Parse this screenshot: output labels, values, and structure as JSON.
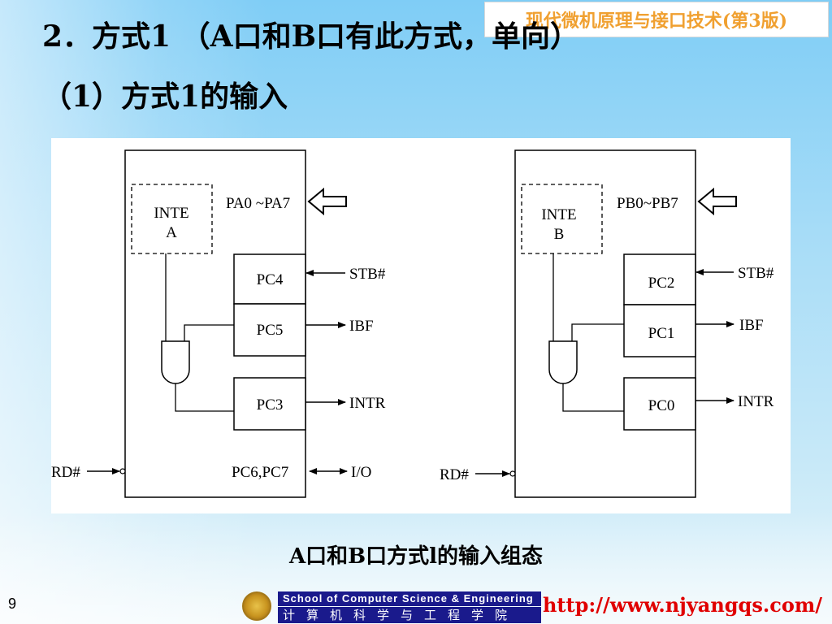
{
  "header": {
    "badge": "现代微机原理与接口技术(第3版)",
    "title": "2．方式1 （A口和B口有此方式，单向）",
    "subtitle": "（1）方式1的输入"
  },
  "diagram_a": {
    "inte": [
      "INTE",
      "A"
    ],
    "port": "PA0 ~PA7",
    "pcs": [
      "PC4",
      "PC5",
      "PC3"
    ],
    "signals": [
      "STB#",
      "IBF",
      "INTR"
    ],
    "rd": "RD#",
    "io_port": "PC6,PC7",
    "io_label": "I/O"
  },
  "diagram_b": {
    "inte": [
      "INTE",
      "B"
    ],
    "port": "PB0~PB7",
    "pcs": [
      "PC2",
      "PC1",
      "PC0"
    ],
    "signals": [
      "STB#",
      "IBF",
      "INTR"
    ],
    "rd": "RD#"
  },
  "caption": "A口和B口方式l的输入组态",
  "footer": {
    "page_number": "9",
    "school_en": "School of Computer Science & Engineering",
    "school_cn": "计算机科学与工程学院",
    "url": "http://www.njyangqs.com/"
  }
}
